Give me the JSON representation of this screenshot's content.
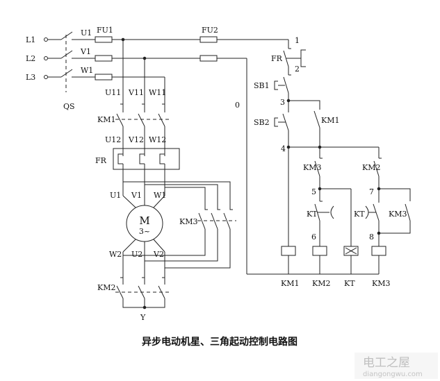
{
  "title": "异步电动机星、三角起动控制电路图",
  "watermark": {
    "brand": "电工之屋",
    "url": "diangongwu.com"
  },
  "labels": {
    "L1": "L1",
    "L2": "L2",
    "L3": "L3",
    "QS": "QS",
    "U1": "U1",
    "V1": "V1",
    "W1": "W1",
    "FU1": "FU1",
    "FU2": "FU2",
    "U11": "U11",
    "V11": "V11",
    "W11": "W11",
    "KM1_main": "KM1",
    "U12": "U12",
    "V12": "V12",
    "W12": "W12",
    "FR_main": "FR",
    "mU1": "U1",
    "mV1": "V1",
    "mW1": "W1",
    "motor_M": "M",
    "motor_phase": "3~",
    "W2": "W2",
    "U2": "U2",
    "V2": "V2",
    "KM3_main": "KM3",
    "KM2_main": "KM2",
    "Y": "Y",
    "zero": "0",
    "n1": "1",
    "FR_ctrl": "FR",
    "n2": "2",
    "SB1": "SB1",
    "n3": "3",
    "SB2": "SB2",
    "KM1_aux": "KM1",
    "n4": "4",
    "KM3_nc": "KM3",
    "KM2_nc": "KM2",
    "n5": "5",
    "n7": "7",
    "KT_a": "KT",
    "KT_b": "KT",
    "KM3_aux": "KM3",
    "n6": "6",
    "n8": "8",
    "coil_KM1": "KM1",
    "coil_KM2": "KM2",
    "coil_KT": "KT",
    "coil_KM3": "KM3"
  }
}
